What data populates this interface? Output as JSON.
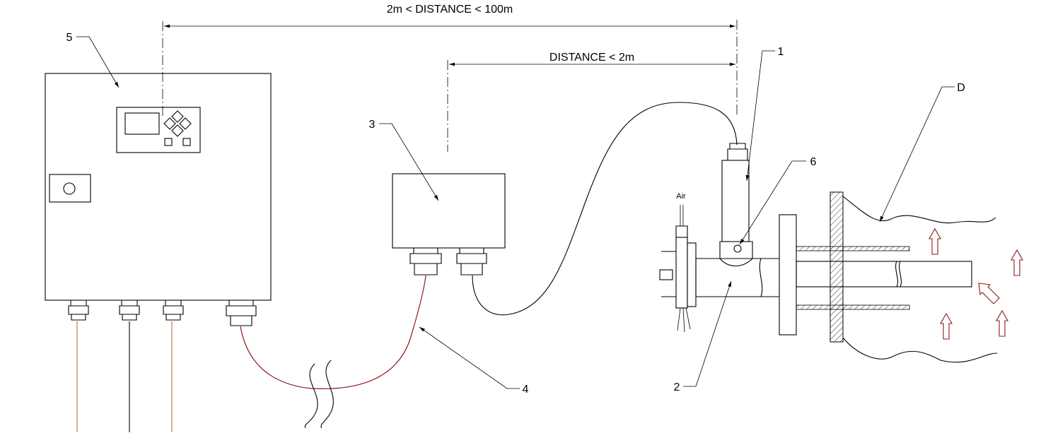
{
  "dimensions": {
    "long": "2m < DISTANCE < 100m",
    "short": "DISTANCE < 2m"
  },
  "callouts": {
    "c1": "1",
    "c2": "2",
    "c3": "3",
    "c4": "4",
    "c5": "5",
    "c6": "6",
    "cD": "D"
  },
  "air_label": "Air",
  "colors": {
    "line": "#000000",
    "cable_red": "#8a1a1a",
    "cable_brown": "#b07050",
    "flow_arrow": "#8a1a1a"
  }
}
